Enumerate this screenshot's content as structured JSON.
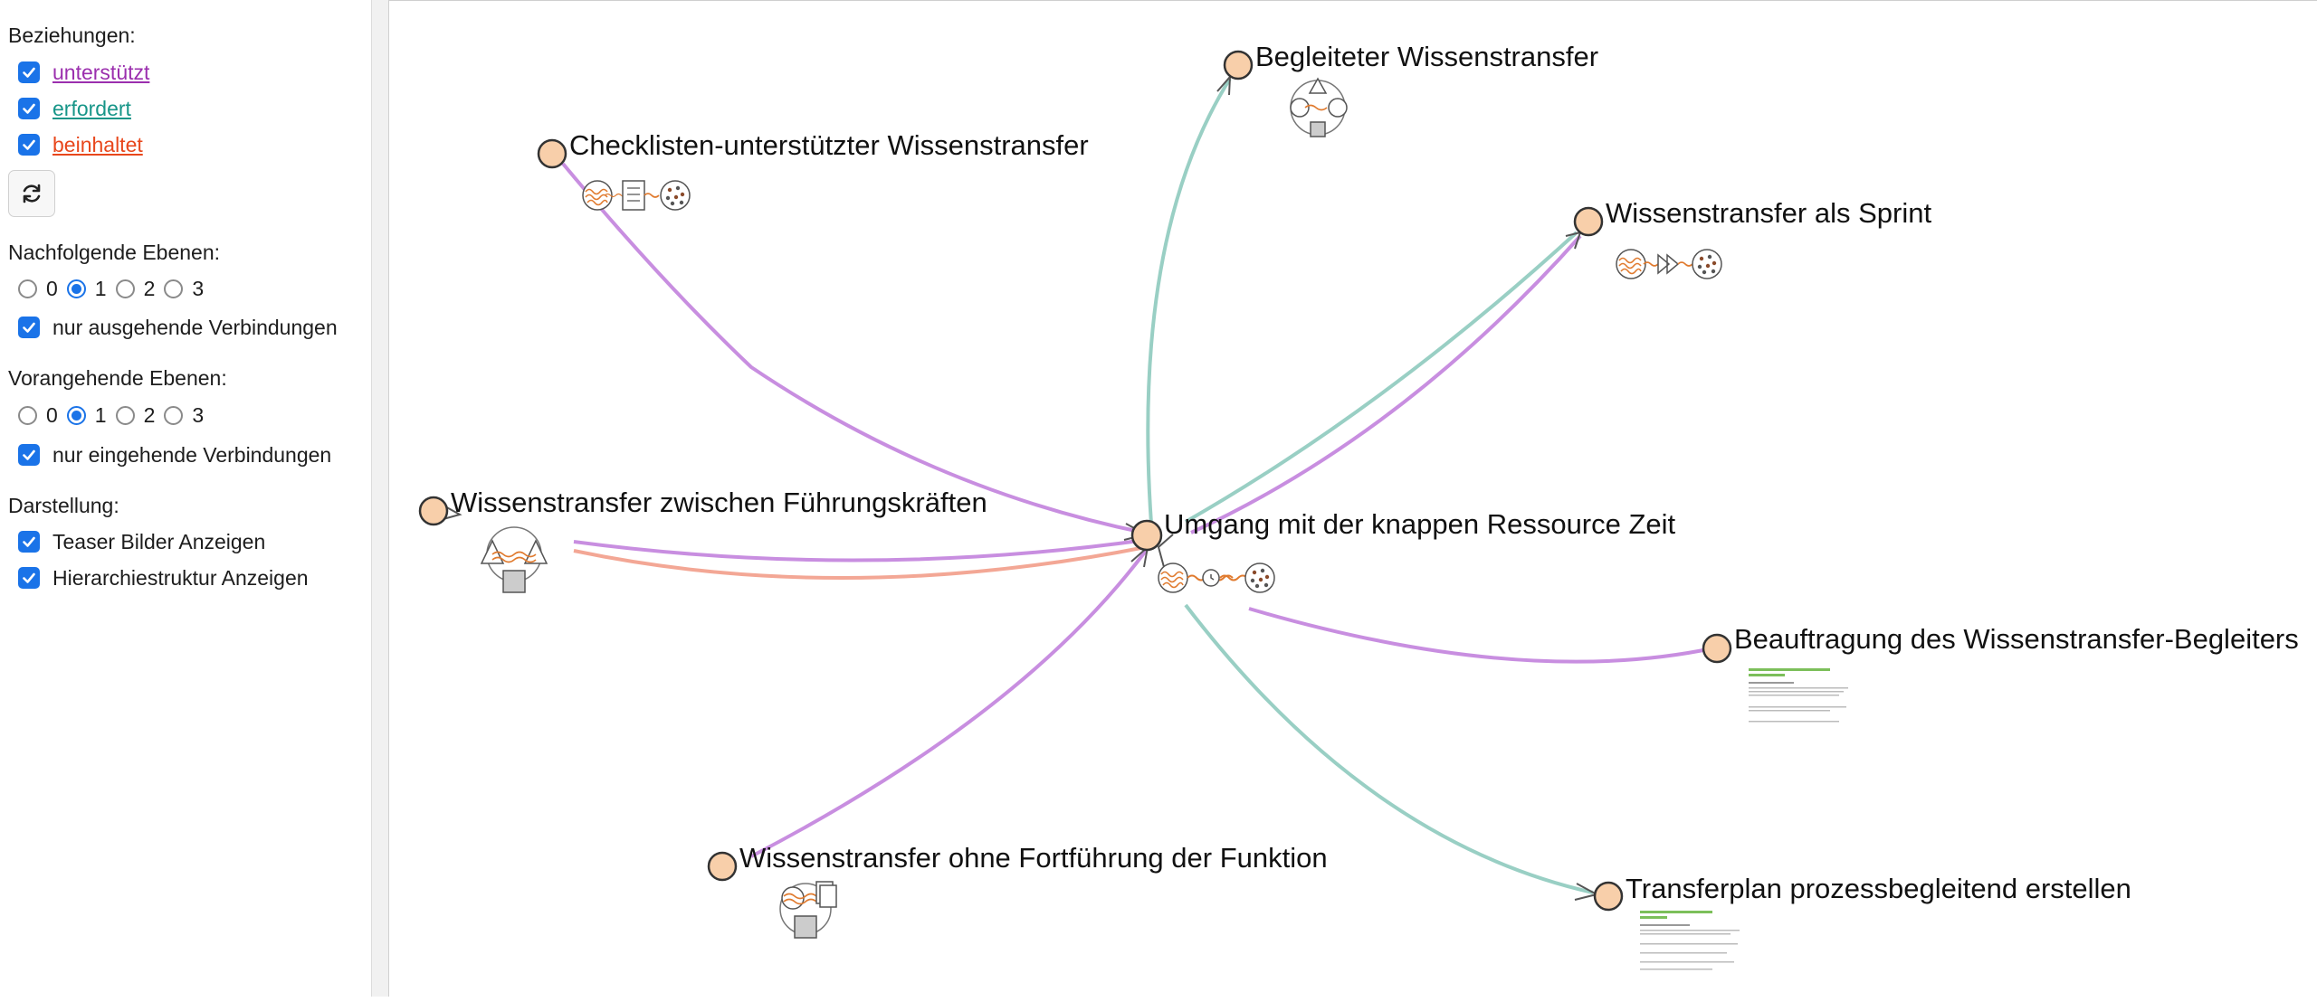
{
  "sidebar": {
    "relations_heading": "Beziehungen:",
    "relations": [
      {
        "label": "unterstützt",
        "color": "#9b2fae",
        "checked": true
      },
      {
        "label": "erfordert",
        "color": "#169588",
        "checked": true
      },
      {
        "label": "beinhaltet",
        "color": "#e8471c",
        "checked": true
      }
    ],
    "refresh_icon": "refresh-icon",
    "following_heading": "Nachfolgende Ebenen:",
    "following_levels": [
      "0",
      "1",
      "2",
      "3"
    ],
    "following_selected": "1",
    "following_only_label": "nur ausgehende Verbindungen",
    "preceding_heading": "Vorangehende Ebenen:",
    "preceding_levels": [
      "0",
      "1",
      "2",
      "3"
    ],
    "preceding_selected": "1",
    "preceding_only_label": "nur eingehende Verbindungen",
    "display_heading": "Darstellung:",
    "display_options": [
      {
        "label": "Teaser Bilder Anzeigen",
        "checked": true
      },
      {
        "label": "Hierarchiestruktur Anzeigen",
        "checked": true
      }
    ]
  },
  "graph": {
    "center": "Umgang mit der knappen Ressource Zeit",
    "nodes": {
      "begleiteter": "Begleiteter Wissenstransfer",
      "checklisten": "Checklisten-unterstützter Wissenstransfer",
      "sprint": "Wissenstransfer als Sprint",
      "fuehrung": "Wissenstransfer zwischen Führungskräften",
      "beauftragung": "Beauftragung des Wissenstransfer-Begleiters",
      "ohne": "Wissenstransfer ohne Fortführung der Funktion",
      "transferplan": "Transferplan prozessbegleitend erstellen"
    },
    "edge_colors": {
      "supports": "#c88ee0",
      "requires": "#99cfc4",
      "contains": "#f3a795"
    },
    "node_fill": "#f8cfaa"
  }
}
